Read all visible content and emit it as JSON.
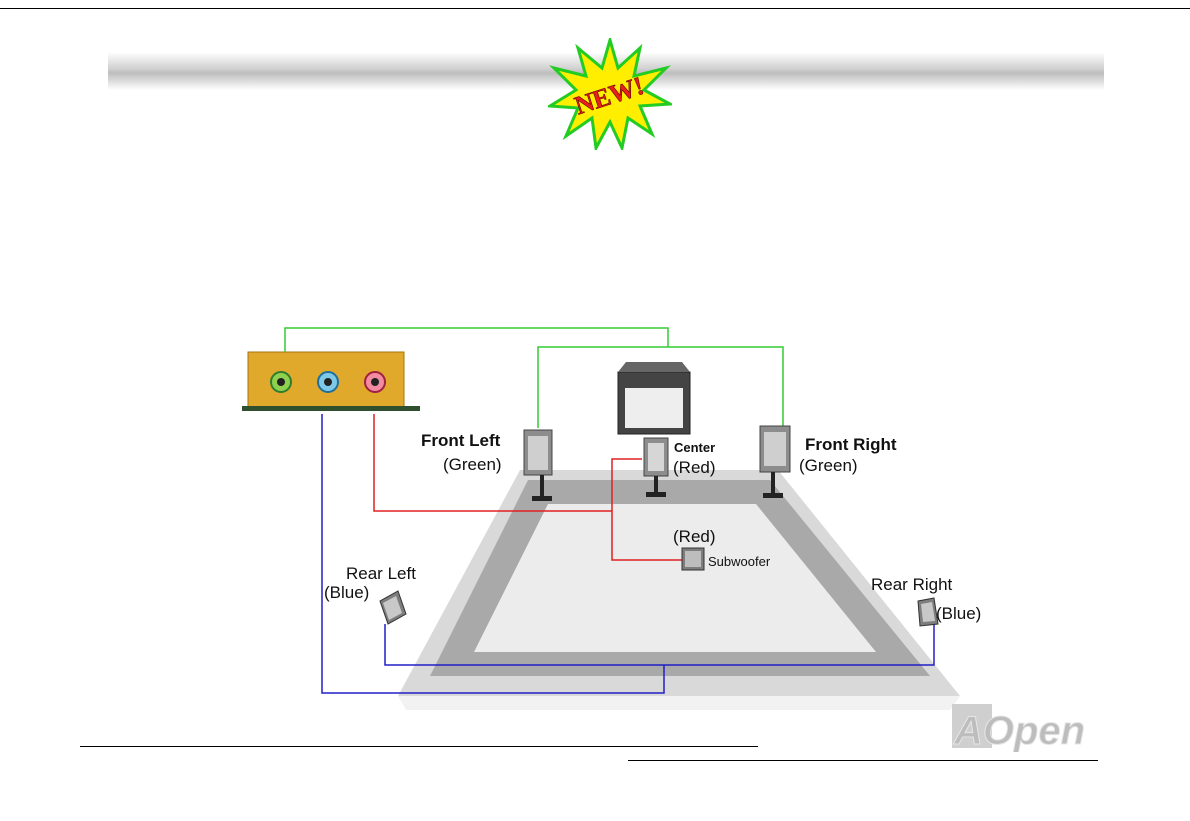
{
  "badge": {
    "text": "NEW!"
  },
  "diagram": {
    "front_left": {
      "name": "Front Left",
      "color": "(Green)"
    },
    "center": {
      "name": "Center",
      "color": "(Red)"
    },
    "front_right": {
      "name": "Front Right",
      "color": "(Green)"
    },
    "subwoofer": {
      "name": "Subwoofer",
      "color": "(Red)"
    },
    "rear_left": {
      "name": "Rear Left",
      "color": "(Blue)"
    },
    "rear_right": {
      "name": "Rear Right",
      "color": "(Blue)"
    },
    "wire_colors": {
      "green": "#33cc33",
      "red": "#e02020",
      "blue": "#2020c8"
    }
  },
  "logo": {
    "text": "AOpen"
  }
}
